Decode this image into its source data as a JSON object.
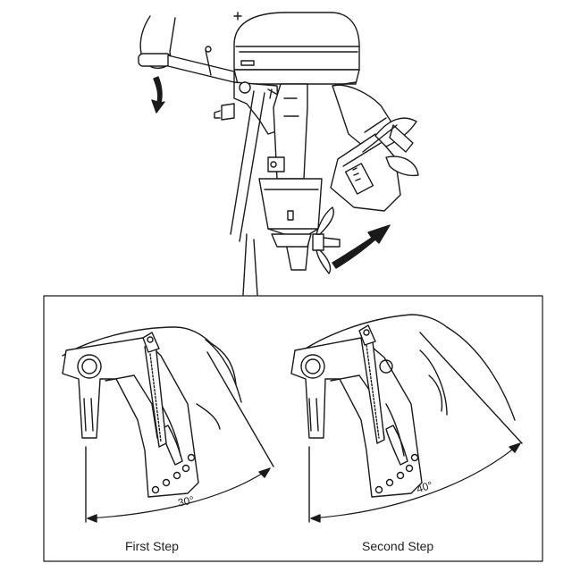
{
  "captions": {
    "first_step": "First Step",
    "second_step": "Second Step"
  },
  "angles": {
    "first_step": "30°",
    "second_step": "40°"
  },
  "colors": {
    "line": "#1a1a1a",
    "background": "#ffffff"
  }
}
